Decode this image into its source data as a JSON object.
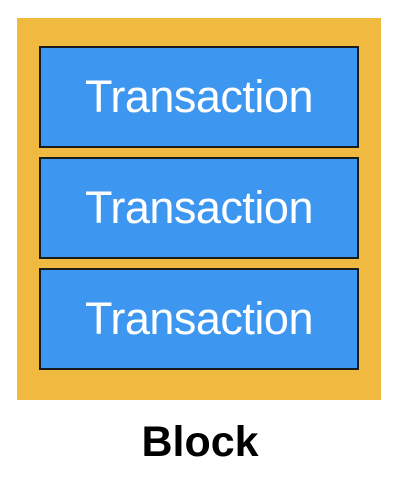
{
  "diagram": {
    "block_label": "Block",
    "transactions": [
      {
        "label": "Transaction"
      },
      {
        "label": "Transaction"
      },
      {
        "label": "Transaction"
      }
    ]
  },
  "colors": {
    "block_fill": "#F0B93F",
    "transaction_fill": "#3D97F0",
    "transaction_border": "#1B1B1B",
    "transaction_text": "#FFFFFF",
    "caption_text": "#000000"
  }
}
